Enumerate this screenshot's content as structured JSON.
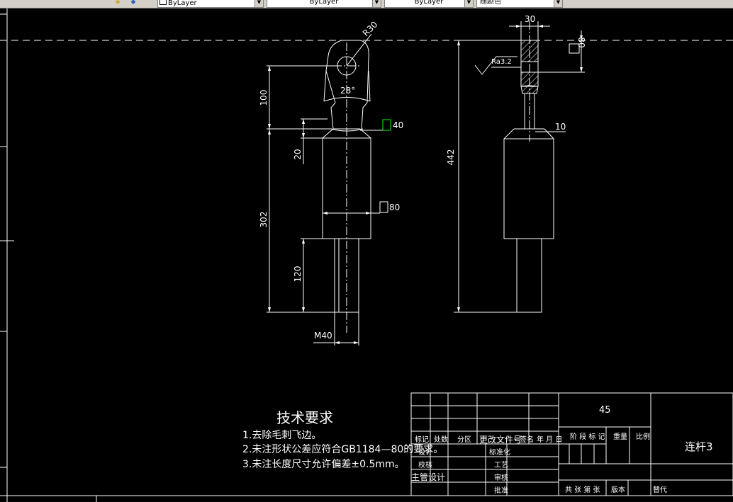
{
  "toolbar": {
    "layer_color": "ByLayer",
    "linetype": "ByLayer",
    "lineweight": "ByLayer",
    "plot_style": "随颜色",
    "icons": [
      "layer-state-icon",
      "layer-previous-icon"
    ]
  },
  "drawing": {
    "dims": {
      "r30": "R30",
      "d100": "100",
      "angle": "28°",
      "sq40": "40",
      "d20": "20",
      "d302": "302",
      "sq80": "80",
      "d120": "120",
      "m40": "M40",
      "d30": "30",
      "d80": "80",
      "d442": "442",
      "d10": "10",
      "ra": "Ra3.2"
    },
    "notes": {
      "title": "技术要求",
      "items": [
        "1.去除毛刺飞边。",
        "2.未注形状公差应符合GB1184—80的要求。",
        "3.未注长度尺寸允许偏差±0.5mm。"
      ]
    },
    "title_block": {
      "material": "45",
      "part_name": "连杆3",
      "h_mark": "标记",
      "h_count": "处数",
      "h_zone": "分区",
      "h_docno": "更改文件号",
      "h_sign": "签名",
      "h_date": "年 月 日",
      "r_design": "设计",
      "r_check": "校核",
      "r_chief": "主管设计",
      "r_std": "标准化",
      "r_proc": "工艺",
      "r_review": "审核",
      "r_approve": "批准",
      "stage_mark": "阶 段 标 记",
      "weight": "重量",
      "scale": "比例",
      "sheets": "共  张 第  张",
      "version": "版本",
      "replace": "替代"
    }
  }
}
